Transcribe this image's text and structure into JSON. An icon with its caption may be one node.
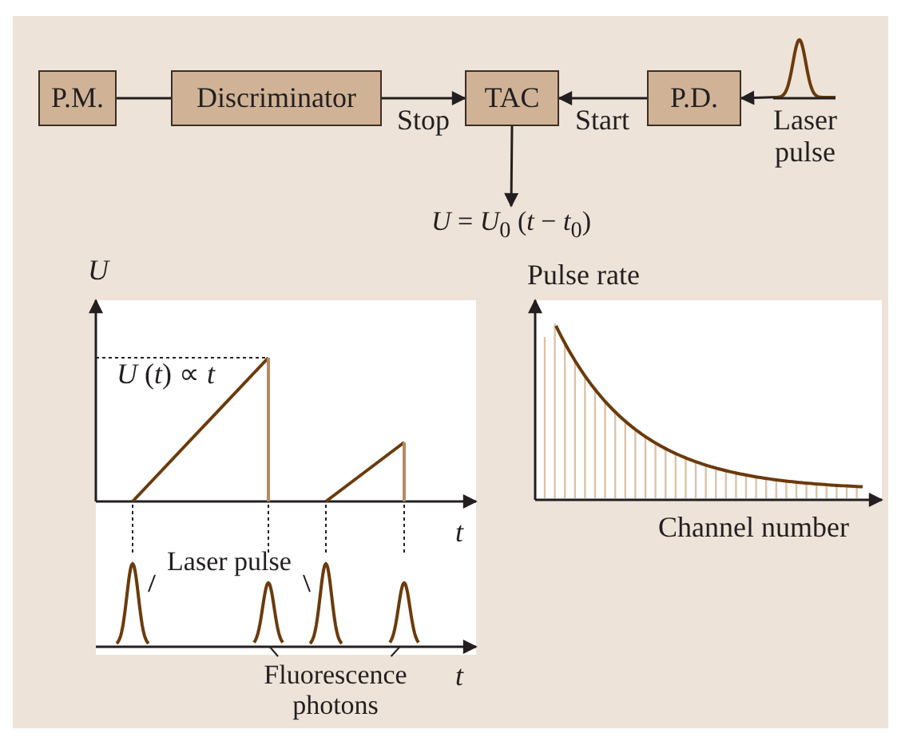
{
  "diagram": {
    "nodes": [
      {
        "text": [
          "P.M."
        ]
      },
      {
        "text": [
          "Discriminator"
        ]
      },
      {
        "text": [
          "TAC"
        ]
      },
      {
        "text": [
          "P.D."
        ]
      },
      {
        "text": [],
        "shape": "picture",
        "beside": [
          "Laser pulse"
        ]
      },
      {
        "text": [
          "*U* = *U*$_{0}$ (*t* − *t*$_{0}$)"
        ]
      },
      {
        "text": [
          "Laser pulse"
        ]
      },
      {
        "text": [],
        "shape": "picture"
      },
      {
        "text": [],
        "shape": "picture"
      },
      {
        "text": [],
        "shape": "picture"
      },
      {
        "text": [],
        "shape": "picture"
      },
      {
        "text": [
          "Fluorescence photons"
        ]
      }
    ],
    "edges": [
      {
        "from": 0,
        "to": 1,
        "arrow": "none"
      },
      {
        "from": 1,
        "to": 2,
        "arrow": "to",
        "label": "Stop"
      },
      {
        "from": 3,
        "to": 2,
        "arrow": "to",
        "label": "Start"
      },
      {
        "from": 2,
        "to": 5,
        "arrow": "to"
      },
      {
        "from": 4,
        "to": 3,
        "arrow": "to"
      },
      {
        "from": 6,
        "to": 7,
        "arrow": "none"
      },
      {
        "from": 6,
        "to": 9,
        "arrow": "none"
      },
      {
        "from": 11,
        "to": 8,
        "arrow": "none"
      },
      {
        "from": 11,
        "to": 10,
        "arrow": "none"
      }
    ],
    "labels": [
      "U",
      "*U* (*t*) ∝ *t*",
      "t",
      "t",
      "Pulse rate",
      "Channel number"
    ]
  }
}
